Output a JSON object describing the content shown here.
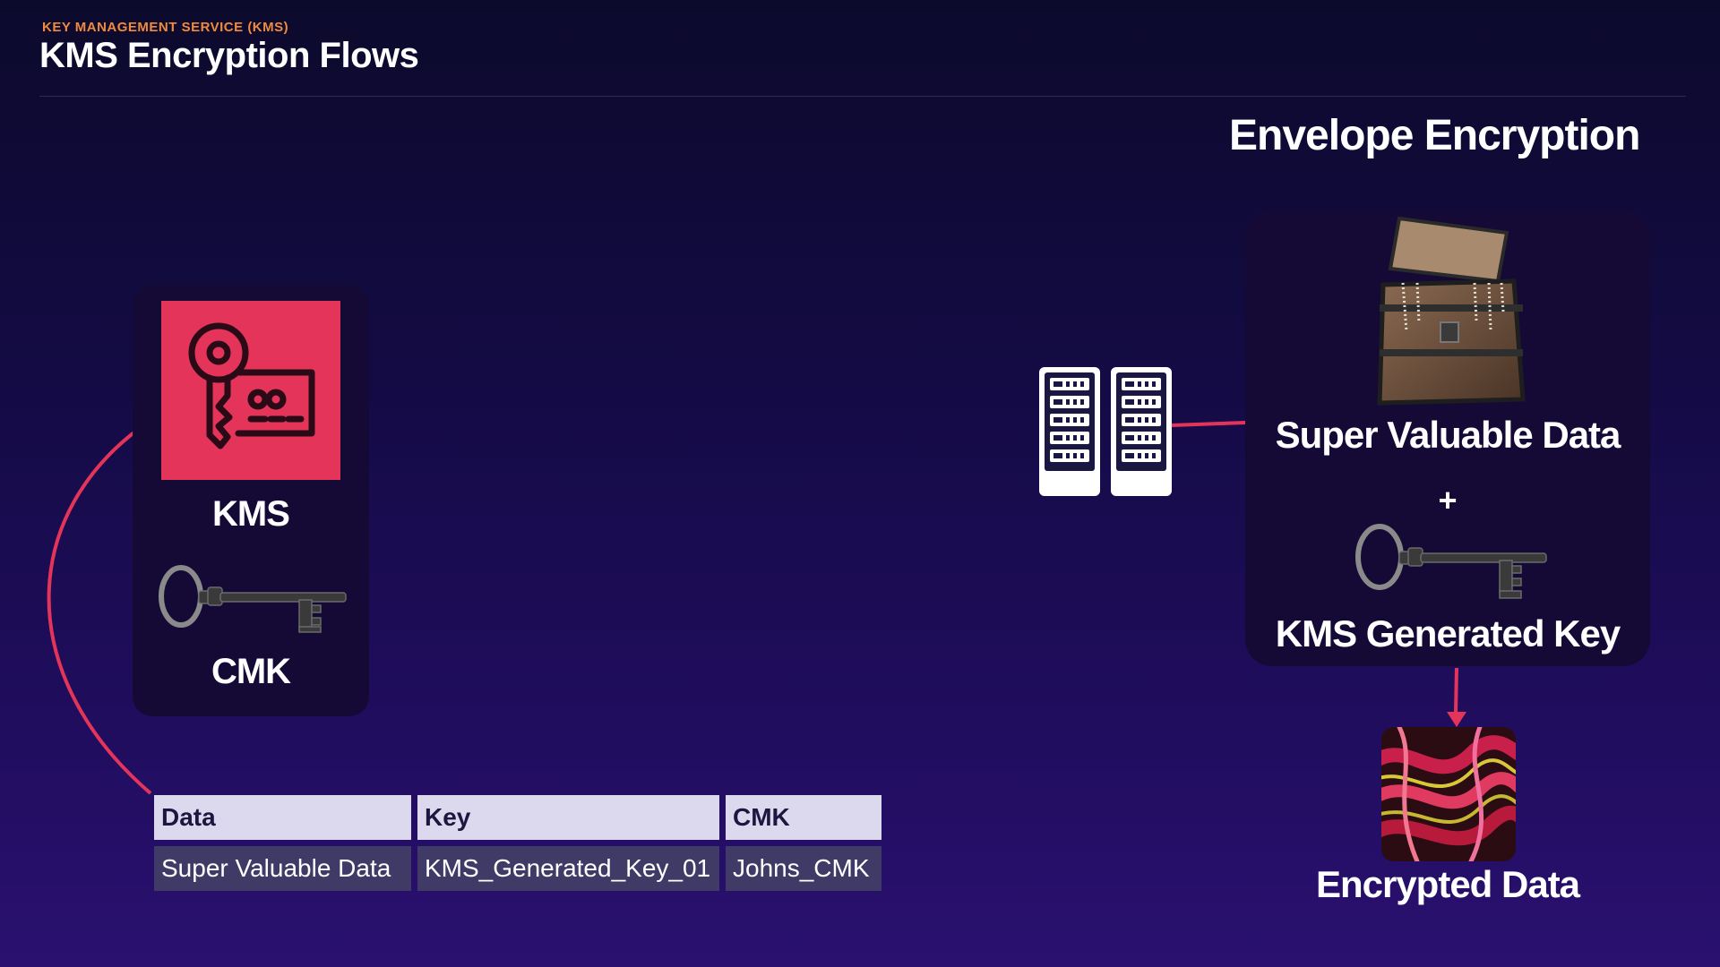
{
  "header": {
    "eyebrow": "KEY MANAGEMENT SERVICE (KMS)",
    "title": "KMS Encryption Flows"
  },
  "kms_panel": {
    "service_label": "KMS",
    "key_label": "CMK",
    "icon": "kms-key-card-icon",
    "key_icon": "skeleton-key-icon"
  },
  "table": {
    "headers": [
      "Data",
      "Key",
      "CMK"
    ],
    "rows": [
      [
        "Super Valuable Data",
        "KMS_Generated_Key_01",
        "Johns_CMK"
      ]
    ]
  },
  "envelope": {
    "title": "Envelope Encryption",
    "data_label": "Super Valuable Data",
    "plus": "+",
    "key_label": "KMS Generated Key",
    "result_label": "Encrypted Data",
    "data_icon": "treasure-chest-icon",
    "server_icon": "server-rack-icon",
    "result_icon": "marbled-pattern-icon"
  },
  "colors": {
    "accent": "#e4345a",
    "eyebrow": "#f08a3c",
    "card": "#150a36",
    "table_header": "#dcd9ee",
    "table_cell": "#3f3a66"
  }
}
